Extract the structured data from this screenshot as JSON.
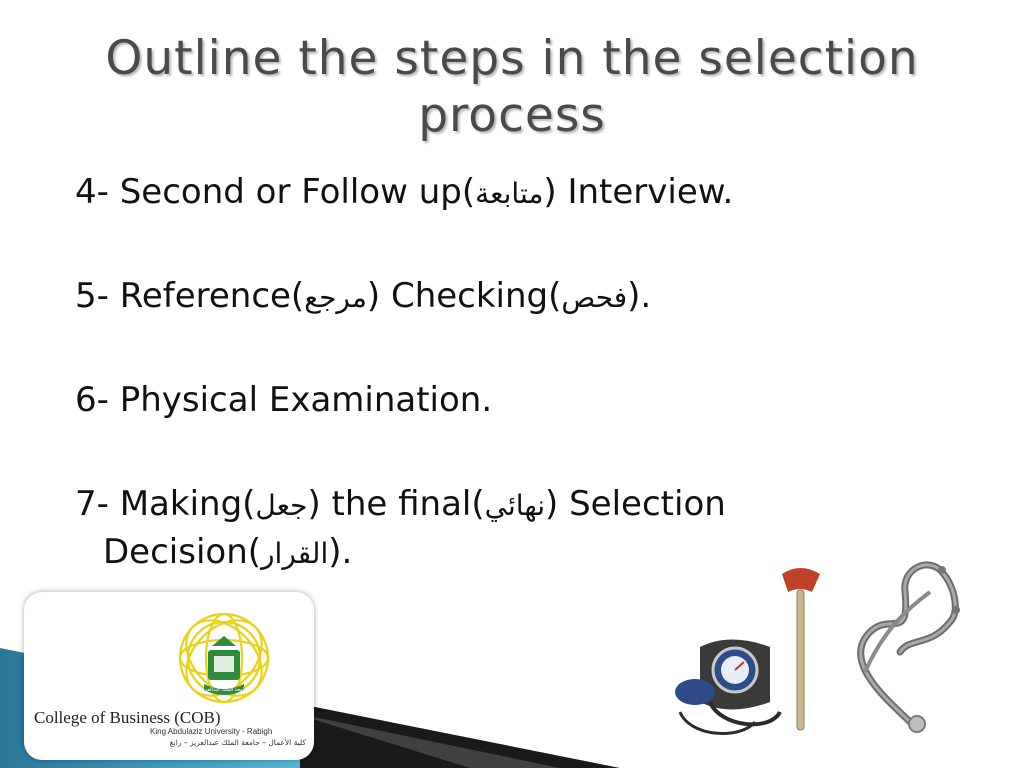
{
  "slide": {
    "title": "Outline the steps in the selection process",
    "items": [
      {
        "num": "4-",
        "before": "Second or Follow up(",
        "arabic": "متابعة",
        "after": ") Interview."
      },
      {
        "num": "5-",
        "before": "Reference(",
        "arabic": "مرجع",
        "middle": ") Checking(",
        "arabic2": "فحص",
        "after": ")."
      },
      {
        "num": "6-",
        "text": "Physical Examination."
      },
      {
        "num": "7-",
        "before": "Making(",
        "arabic": "جعل",
        "middle": ") the final(",
        "arabic2": "نهائي",
        "after": ") Selection",
        "cont_before": "Decision(",
        "cont_arabic": "القرار",
        "cont_after": ")."
      }
    ]
  },
  "logo": {
    "name": "College of Business (COB)",
    "subtitle": "King Abdulaziz University - Rabigh",
    "subtitle_ar": "كلية الأعمال – جامعة الملك عبدالعزيز – رابغ"
  },
  "colors": {
    "title": "#4a4a4a",
    "band_teal": "#2f8fb0",
    "band_dark": "#1a1a1a",
    "emblem_yellow": "#e8d21a",
    "emblem_green": "#2e8b3e"
  },
  "images": {
    "emblem": "university-emblem",
    "medical": "stethoscope-reflex-hammer-blood-pressure-cuff"
  }
}
